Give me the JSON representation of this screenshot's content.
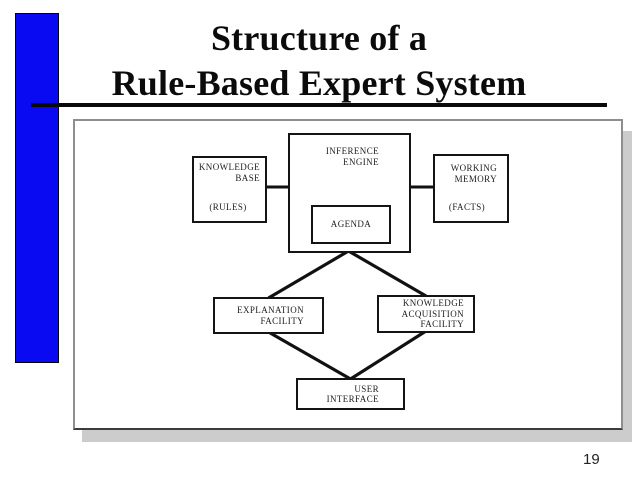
{
  "slide": {
    "title_line1": "Structure of a",
    "title_line2": "Rule-Based Expert System",
    "page_number": "19"
  },
  "colors": {
    "accent_blue": "#0a0af2",
    "connector_black": "#111111",
    "panel_shadow_gray": "#cccccc"
  },
  "diagram": {
    "boxes": {
      "knowledge_base": {
        "title": [
          "KNOWLEDGE",
          "BASE"
        ],
        "subtitle": "(RULES)"
      },
      "inference_engine": {
        "title": [
          "INFERENCE",
          "ENGINE"
        ]
      },
      "agenda": {
        "title": "AGENDA"
      },
      "working_memory": {
        "title": [
          "WORKING",
          "MEMORY"
        ],
        "subtitle": "(FACTS)"
      },
      "explanation_facility": {
        "title": [
          "EXPLANATION",
          "FACILITY"
        ]
      },
      "knowledge_acquisition_facility": {
        "title": [
          "KNOWLEDGE",
          "ACQUISITION",
          "FACILITY"
        ]
      },
      "user_interface": {
        "title": [
          "USER",
          "INTERFACE"
        ]
      }
    },
    "connections": [
      "knowledge-base to inference-engine",
      "inference-engine to working-memory",
      "inference-engine to explanation-facility",
      "inference-engine to knowledge-acquisition-facility",
      "explanation-facility to user-interface",
      "knowledge-acquisition-facility to user-interface"
    ]
  }
}
